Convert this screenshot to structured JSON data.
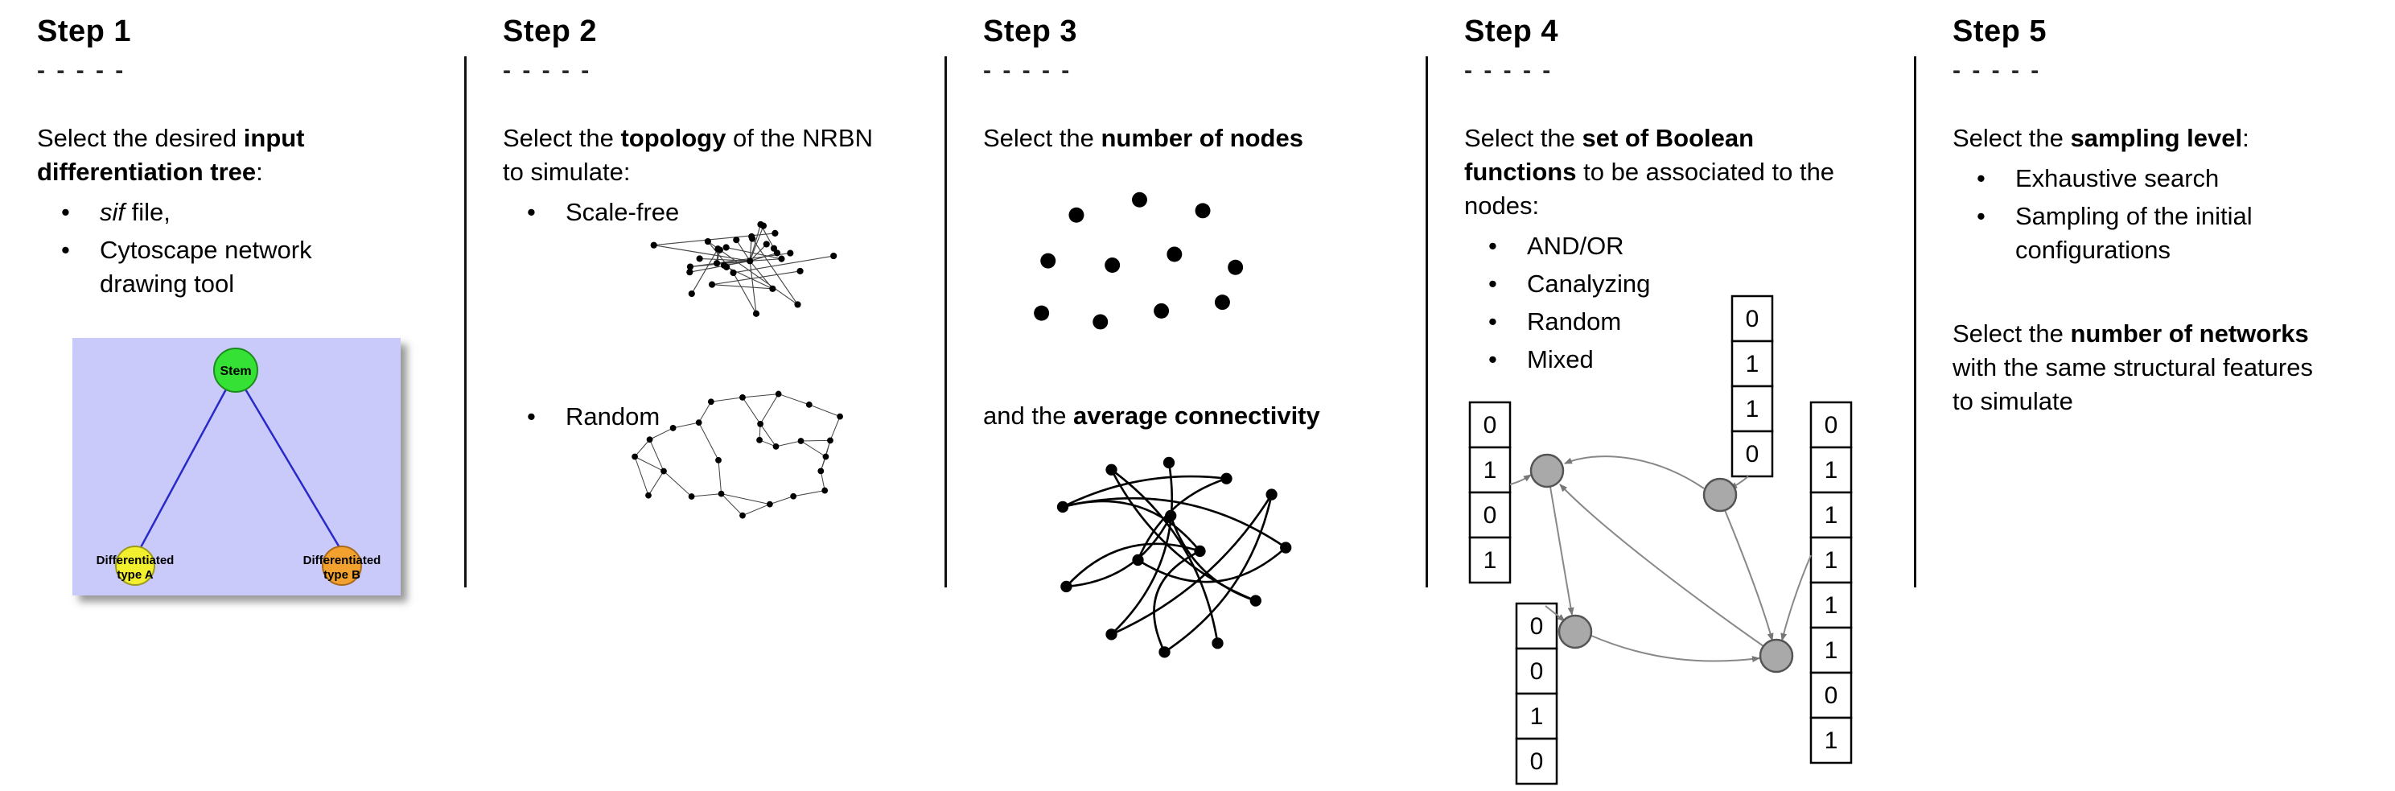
{
  "steps": [
    {
      "title": "Step 1",
      "dashes": "- - - - -",
      "intro": {
        "prefix": "Select the desired ",
        "bold": "input differentiation tree",
        "suffix": ":"
      },
      "bullets": [
        {
          "italic": "sif",
          "text": " file,"
        },
        {
          "text": "Cytoscape network drawing tool"
        }
      ],
      "tree": {
        "root_label": "Stem",
        "child_a_line1": "Differentiated",
        "child_a_line2": "type A",
        "child_b_line1": "Differentiated",
        "child_b_line2": "type B",
        "colors": {
          "background": "#c9c9fa",
          "root": "#35e135",
          "root_border": "#1d8c1d",
          "child_a": "#f2ef2f",
          "child_a_border": "#9a9a20",
          "child_b": "#f2a12f",
          "child_b_border": "#a86a1a",
          "edge": "#2929c8"
        }
      }
    },
    {
      "title": "Step 2",
      "dashes": "- - - - -",
      "intro": {
        "prefix": "Select the ",
        "bold": "topology",
        "suffix": " of the NRBN to simulate:"
      },
      "bullets": [
        {
          "text": "Scale-free"
        },
        {
          "text": "Random"
        }
      ]
    },
    {
      "title": "Step 3",
      "dashes": "- - - - -",
      "intro": {
        "prefix": "Select the ",
        "bold": "number of nodes",
        "suffix": ""
      },
      "intro2": {
        "prefix": "and the ",
        "bold": "average connectivity",
        "suffix": ""
      }
    },
    {
      "title": "Step 4",
      "dashes": "- - - - -",
      "intro": {
        "prefix": "Select the ",
        "bold": "set of Boolean functions",
        "suffix": " to be associated to the nodes:"
      },
      "bullets": [
        {
          "text": "AND/OR"
        },
        {
          "text": "Canalyzing"
        },
        {
          "text": "Random"
        },
        {
          "text": "Mixed"
        }
      ],
      "truth_tables": {
        "left": [
          "0",
          "1",
          "0",
          "1"
        ],
        "top": [
          "0",
          "1",
          "1",
          "0"
        ],
        "bottom_left": [
          "0",
          "0",
          "1",
          "0"
        ],
        "right": [
          "0",
          "1",
          "1",
          "1",
          "1",
          "1",
          "0",
          "1"
        ]
      },
      "node_color": "#a9a9a9"
    },
    {
      "title": "Step 5",
      "dashes": "- - - - -",
      "intro": {
        "prefix": "Select the ",
        "bold": "sampling level",
        "suffix": ":"
      },
      "bullets": [
        {
          "text": "Exhaustive search"
        },
        {
          "text": "Sampling of the initial configurations"
        }
      ],
      "para2": {
        "prefix": "Select the ",
        "bold": "number of networks",
        "suffix": " with the same structural features to simulate"
      }
    }
  ]
}
